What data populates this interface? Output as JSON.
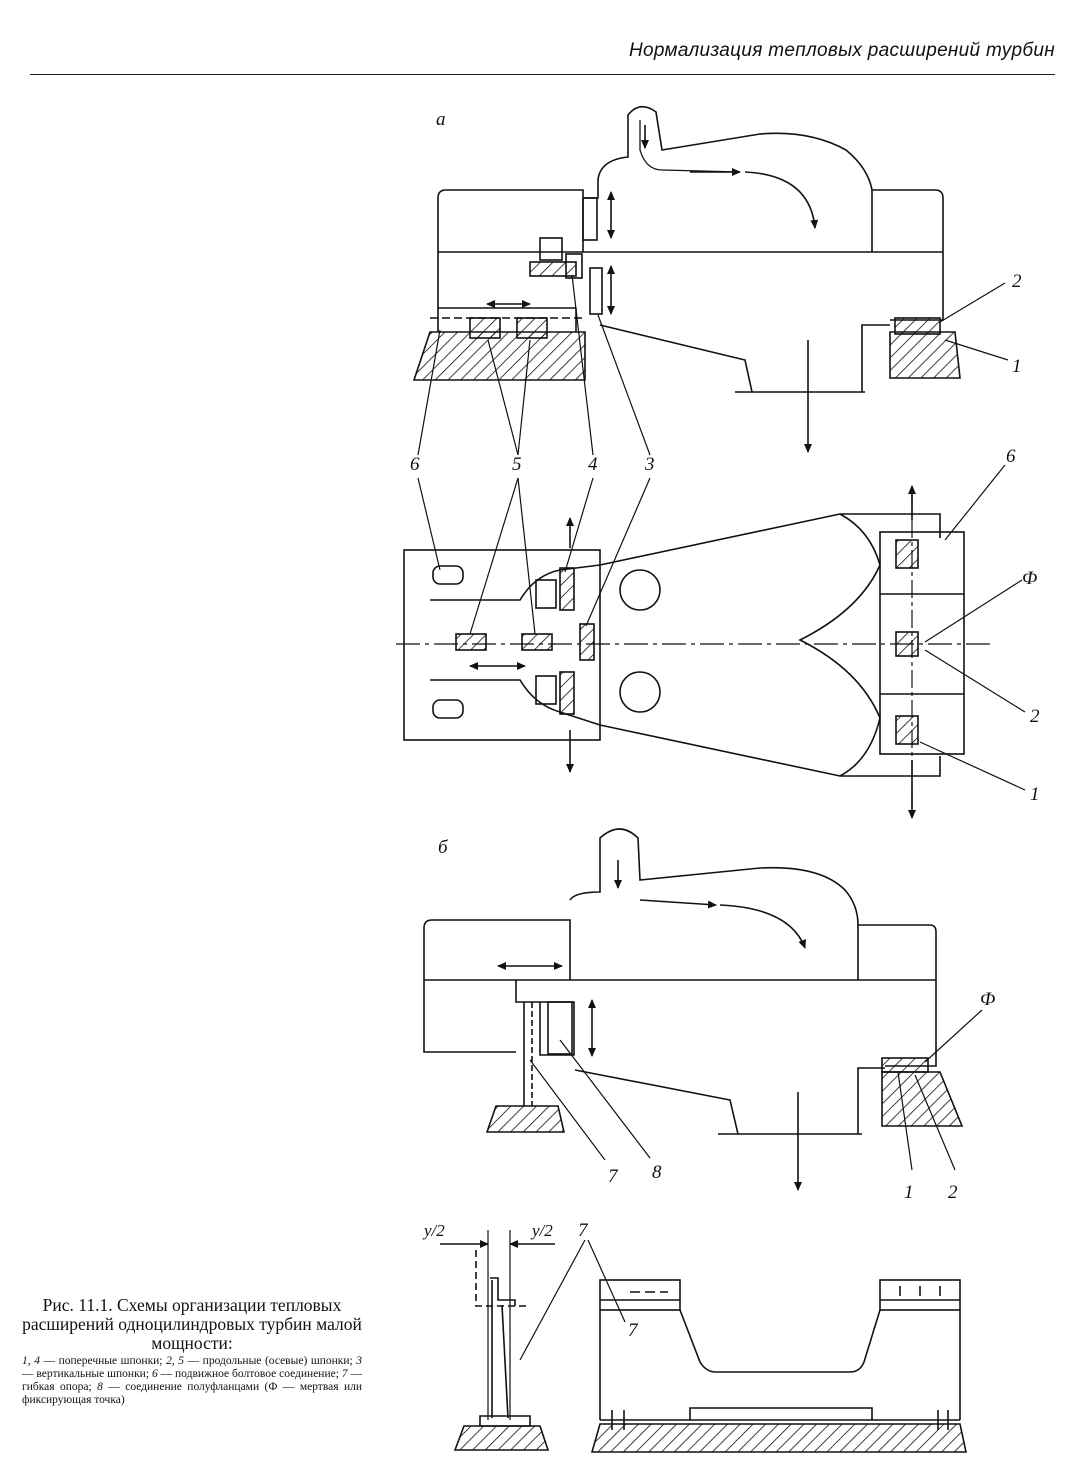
{
  "page": {
    "header": "Нормализация тепловых расширений турбин"
  },
  "figure": {
    "panel_a_label": "а",
    "panel_b_label": "б",
    "labels": {
      "n1": "1",
      "n2": "2",
      "n3": "3",
      "n4": "4",
      "n5": "5",
      "n6": "6",
      "n7": "7",
      "n8": "8",
      "phi": "Ф",
      "y_half": "y/2"
    }
  },
  "caption": {
    "title": "Рис. 11.1. Схемы организации тепловых расширений одноцилиндровых турбин малой мощности:",
    "items": [
      {
        "keys": "1, 4",
        "text": " — поперечные шпонки; "
      },
      {
        "keys": "2, 5",
        "text": " — продольные (осевые) шпонки; "
      },
      {
        "keys": "3",
        "text": " — вертикальные шпонки; "
      },
      {
        "keys": "6",
        "text": " — подвижное болтовое соединение; "
      },
      {
        "keys": "7",
        "text": " — гибкая опора; "
      },
      {
        "keys": "8",
        "text": " — соединение полуфланцами (Ф — мертвая или фиксирующая точка)"
      }
    ]
  },
  "colors": {
    "ink": "#111111",
    "paper": "#ffffff"
  }
}
